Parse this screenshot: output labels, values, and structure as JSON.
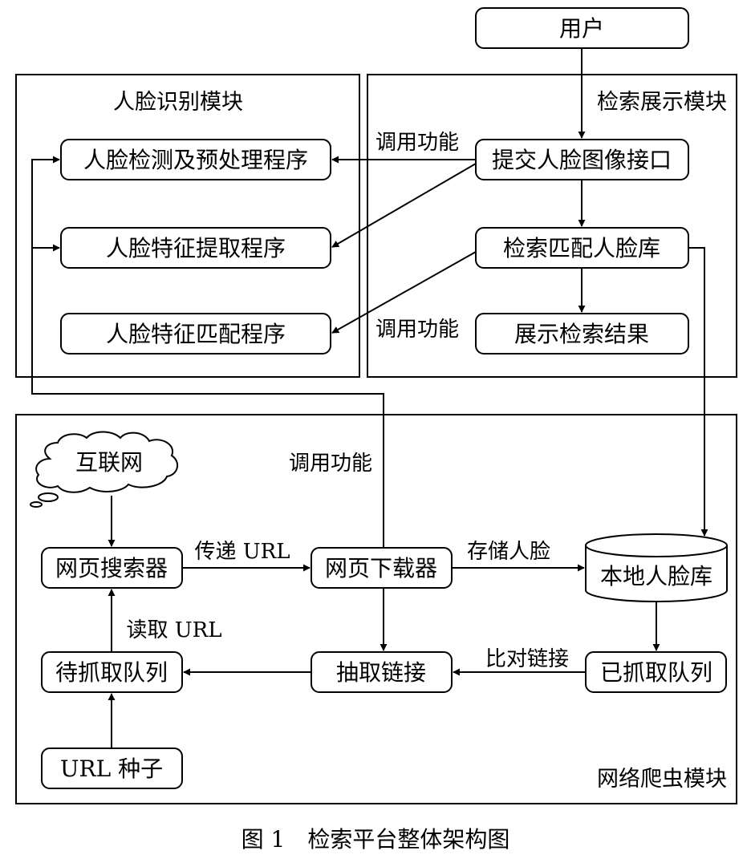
{
  "modules": {
    "face_recognition": "人脸识别模块",
    "search_display": "检索展示模块",
    "web_crawler": "网络爬虫模块"
  },
  "nodes": {
    "user": "用户",
    "face_detect": "人脸检测及预处理程序",
    "face_feature_extract": "人脸特征提取程序",
    "face_feature_match": "人脸特征匹配程序",
    "submit_face_api": "提交人脸图像接口",
    "search_match_db": "检索匹配人脸库",
    "show_results": "展示检索结果",
    "internet": "互联网",
    "web_searcher": "网页搜索器",
    "web_downloader": "网页下载器",
    "local_face_db": "本地人脸库",
    "pending_queue": "待抓取队列",
    "extract_links": "抽取链接",
    "crawled_queue": "已抓取队列",
    "url_seed": "URL 种子"
  },
  "edges": {
    "call_function_1": "调用功能",
    "call_function_2": "调用功能",
    "call_function_3": "调用功能",
    "pass_url": "传递 URL",
    "store_face": "存储人脸",
    "read_url": "读取 URL",
    "compare_links": "比对链接"
  },
  "caption": "图 1　检索平台整体架构图"
}
